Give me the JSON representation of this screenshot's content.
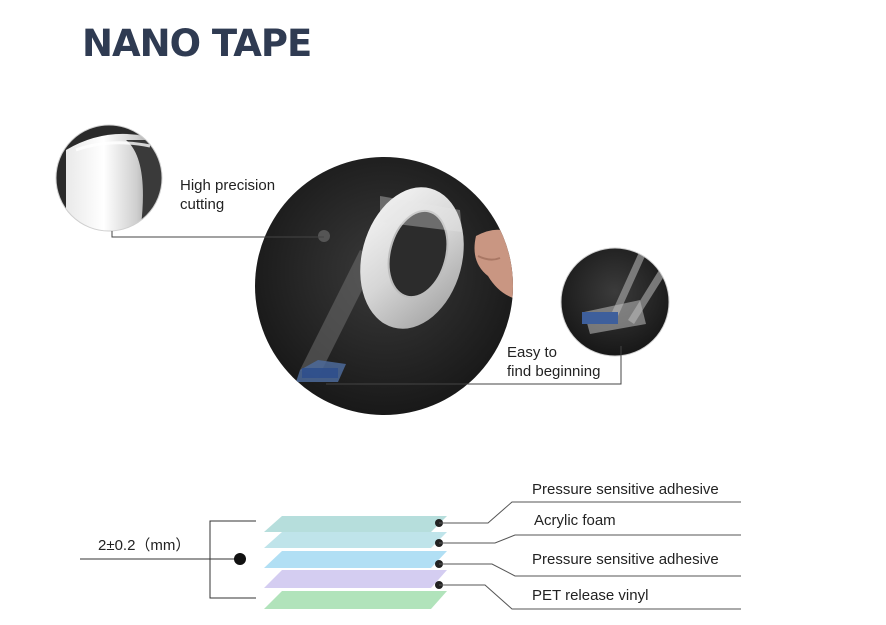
{
  "title": "NANO TAPE",
  "callouts": {
    "precision": [
      "High precision",
      "cutting"
    ],
    "easy": [
      "Easy to",
      "find beginning"
    ]
  },
  "layers": {
    "thickness": "2±0.2（mm）",
    "labels": [
      "Pressure sensitive adhesive",
      "Acrylic foam",
      "Pressure sensitive adhesive",
      "PET release vinyl"
    ]
  },
  "colors": {
    "title": "#2f3b52",
    "layer_top": "#a9d8d6",
    "layer_blue": "#a9dcf3",
    "layer_purple": "#cfc8ef",
    "layer_green": "#a8e0b4",
    "photo_bg": "#232323"
  }
}
